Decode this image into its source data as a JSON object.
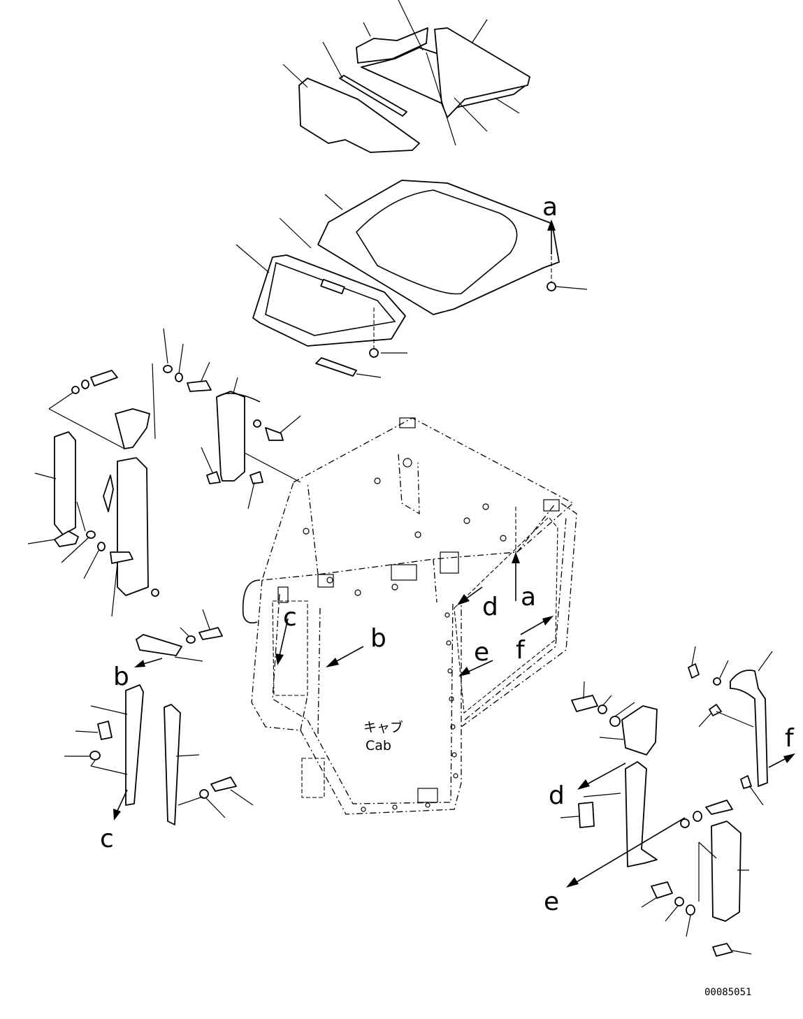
{
  "view_labels": {
    "a_top": "a",
    "a_cab": "a",
    "b_cab": "b",
    "b_left": "b",
    "c_cab": "c",
    "c_left": "c",
    "d_cab": "d",
    "d_right": "d",
    "e_cab": "e",
    "e_right": "e",
    "f_cab": "f",
    "f_right": "f"
  },
  "cab_label": {
    "japanese": "キャブ",
    "english": "Cab"
  },
  "part_number": "00085051"
}
